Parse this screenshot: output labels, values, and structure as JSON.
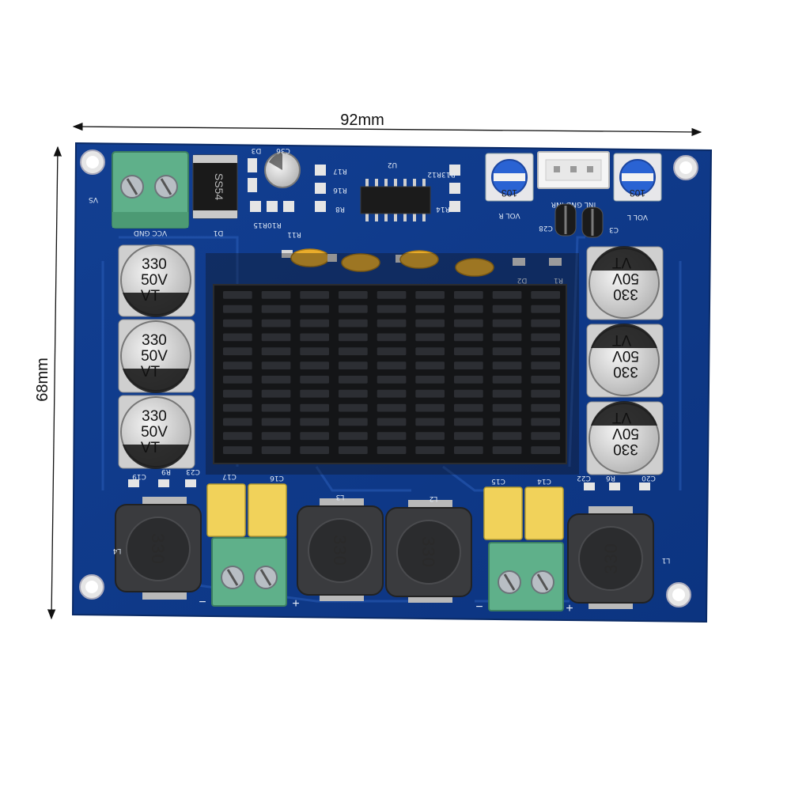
{
  "dimensions": {
    "width_label": "92mm",
    "height_label": "68mm"
  },
  "board": {
    "pcb_color": "#0f3c8c",
    "silkscreen": {
      "vs": "VS",
      "vcc_gnd": "VCC GND",
      "d1": "D1",
      "d3": "D3",
      "c36": "C36",
      "u2": "U2",
      "r17": "R17",
      "r16": "R16",
      "r8": "R8",
      "r10r15": "R10R15",
      "r11": "R11",
      "r13r12": "R13R12",
      "r14": "R14",
      "vol_r": "VOL R",
      "inr_gnd_inl": "INL GND INR",
      "vol_l": "VOL L",
      "c28": "C28",
      "c3": "C3",
      "d2": "D2",
      "r1": "R1",
      "c19": "C19",
      "r9": "R9",
      "c23": "C23",
      "c17": "C17",
      "c16": "C16",
      "c15": "C15",
      "c14": "C14",
      "c22": "C22",
      "r6": "R6",
      "c20": "C20",
      "l1": "L1",
      "l2": "L2",
      "l3": "L3",
      "l4": "L4",
      "minus": "−",
      "plus": "+"
    },
    "diode_text": "SS54",
    "pot_text": "103",
    "capacitors_left": [
      {
        "line1": "330",
        "line2": "50V",
        "line3": "VT"
      },
      {
        "line1": "330",
        "line2": "50V",
        "line3": "VT"
      },
      {
        "line1": "330",
        "line2": "50V",
        "line3": "VT"
      }
    ],
    "capacitors_right": [
      {
        "line1": "330",
        "line2": "50V",
        "line3": "VT"
      },
      {
        "line1": "330",
        "line2": "50V",
        "line3": "VT"
      },
      {
        "line1": "330",
        "line2": "50V",
        "line3": "VT"
      }
    ],
    "inductors": [
      {
        "text": "330"
      },
      {
        "text": "330"
      },
      {
        "text": "330"
      },
      {
        "text": "330"
      }
    ]
  }
}
